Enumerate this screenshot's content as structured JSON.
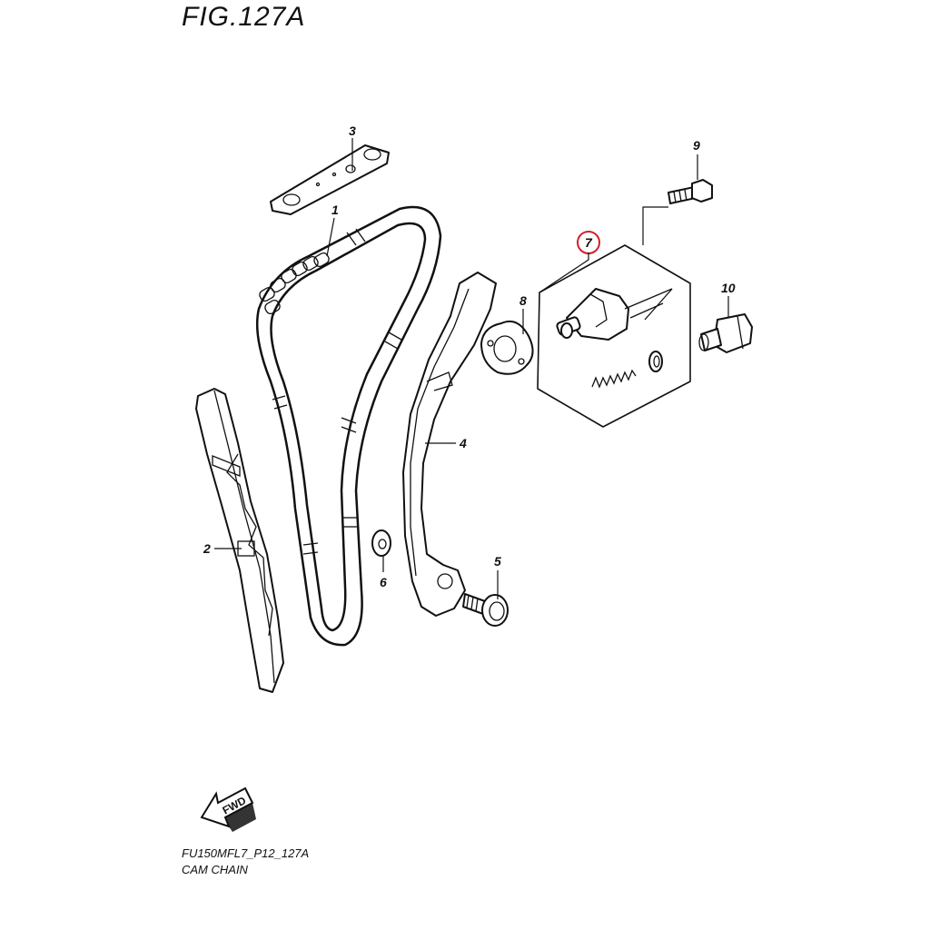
{
  "figure": {
    "title": "FIG.127A",
    "code": "FU150MFL7_P12_127A",
    "name": "CAM CHAIN"
  },
  "callouts": {
    "p1": "1",
    "p2": "2",
    "p3": "3",
    "p4": "4",
    "p5": "5",
    "p6": "6",
    "p7": "7",
    "p8": "8",
    "p9": "9",
    "p10": "10"
  },
  "fwd_label": "FWD",
  "highlight_color": "#d0202a"
}
